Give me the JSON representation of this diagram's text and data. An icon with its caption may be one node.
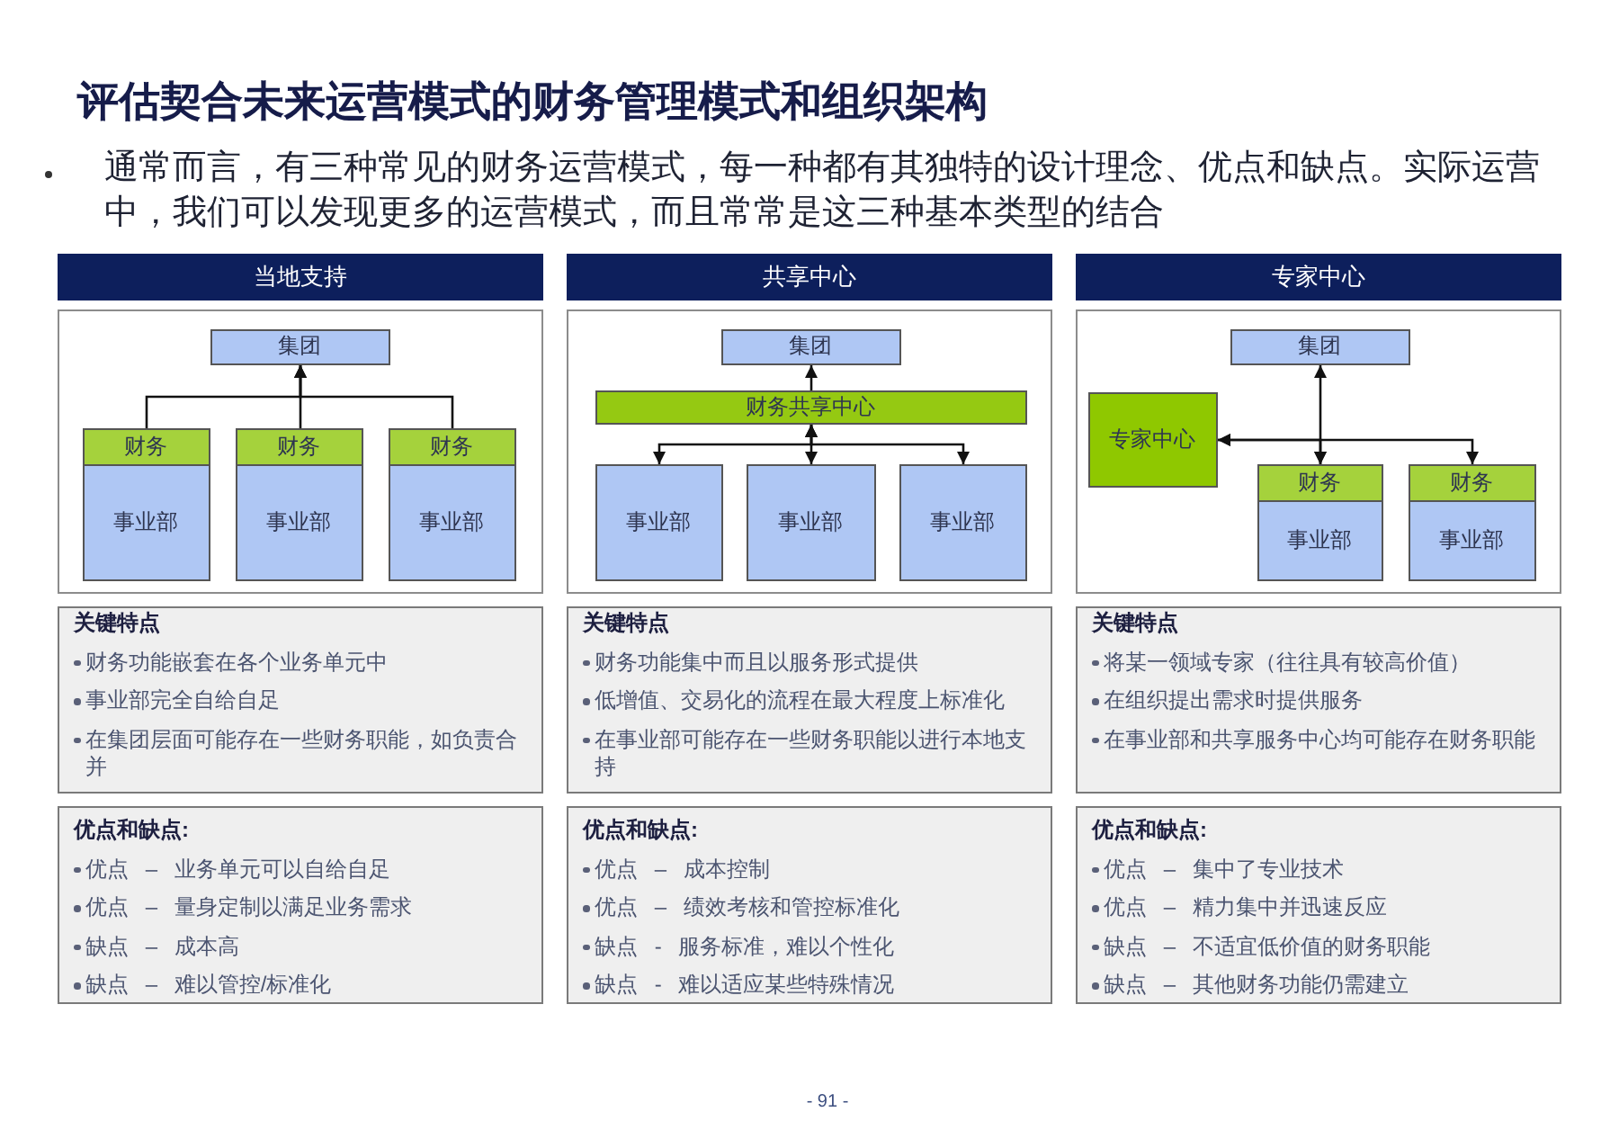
{
  "diagram": {
    "title": "评估契合未来运营模式的财务管理模式和组织架构",
    "nodes": [
      {
        "text": [
          "当地支持"
        ]
      },
      {
        "text": [
          "共享中心"
        ]
      },
      {
        "text": [
          "专家中心"
        ]
      },
      {
        "text": [],
        "shape": "box"
      },
      {
        "text": [
          "集团"
        ],
        "in": 3
      },
      {
        "text": [
          "财务",
          "事业部"
        ],
        "in": 3
      },
      {
        "text": [
          "财务",
          "事业部"
        ],
        "in": 3
      },
      {
        "text": [
          "财务",
          "事业部"
        ],
        "in": 3
      },
      {
        "text": [],
        "shape": "box"
      },
      {
        "text": [
          "集团"
        ],
        "in": 8
      },
      {
        "text": [
          "财务共享中心"
        ],
        "in": 8
      },
      {
        "text": [
          "事业部"
        ],
        "in": 8
      },
      {
        "text": [
          "事业部"
        ],
        "in": 8
      },
      {
        "text": [
          "事业部"
        ],
        "in": 8
      },
      {
        "text": [],
        "shape": "box"
      },
      {
        "text": [
          "集团"
        ],
        "in": 14
      },
      {
        "text": [
          "专家中心"
        ],
        "in": 14
      },
      {
        "text": [
          "财务",
          "事业部"
        ],
        "in": 14
      },
      {
        "text": [
          "财务",
          "事业部"
        ],
        "in": 14
      },
      {
        "text": [
          "关键特点",
          "财务功能嵌套在各个业务单元中",
          "事业部完全自给自足",
          "在集团层面可能存在一些财务职能，如负责合并"
        ]
      },
      {
        "text": [
          "关键特点",
          "财务功能集中而且以服务形式提供",
          "低增值、交易化的流程在最大程度上标准化",
          "在事业部可能存在一些财务职能以进行本地支持"
        ]
      },
      {
        "text": [
          "关键特点",
          "将某一领域专家（往往具有较高价值）",
          "在组织提出需求时提供服务",
          "在事业部和共享服务中心均可能存在财务职能"
        ]
      },
      {
        "text": [
          "优点和缺点:",
          "优点 – 业务单元可以自给自足",
          "优点 – 量身定制以满足业务需求",
          "缺点 – 成本高",
          "缺点 – 难以管控/标准化"
        ]
      },
      {
        "text": [
          "优点和缺点:",
          "优点 – 成本控制",
          "优点 – 绩效考核和管控标准化",
          "缺点 - 服务标准，难以个性化",
          "缺点 - 难以适应某些特殊情况"
        ]
      },
      {
        "text": [
          "优点和缺点:",
          "优点 – 集中了专业技术",
          "优点 – 精力集中并迅速反应",
          "缺点 – 不适宜低价值的财务职能",
          "缺点 – 其他财务功能仍需建立"
        ]
      }
    ],
    "edges": [
      {
        "from": 5,
        "to": 4,
        "arrow": "to"
      },
      {
        "from": 6,
        "to": 4,
        "arrow": "to"
      },
      {
        "from": 7,
        "to": 4,
        "arrow": "to"
      },
      {
        "from": 10,
        "to": 9,
        "arrow": "to"
      },
      {
        "from": 10,
        "to": 11,
        "arrow": "both"
      },
      {
        "from": 10,
        "to": 12,
        "arrow": "both"
      },
      {
        "from": 10,
        "to": 13,
        "arrow": "both"
      },
      {
        "from": 15,
        "to": 17,
        "arrow": "both"
      },
      {
        "from": 16,
        "to": 17,
        "arrow": "both"
      },
      {
        "from": 16,
        "to": 18,
        "arrow": "both"
      }
    ],
    "labels": [
      "通常而言，有三种常见的财务运营模式，每一种都有其独特的设计理念、优点和缺点。实际运营中，我们可以发现更多的运营模式，而且常常是这三种基本类型的结合",
      "- 91 -"
    ]
  }
}
